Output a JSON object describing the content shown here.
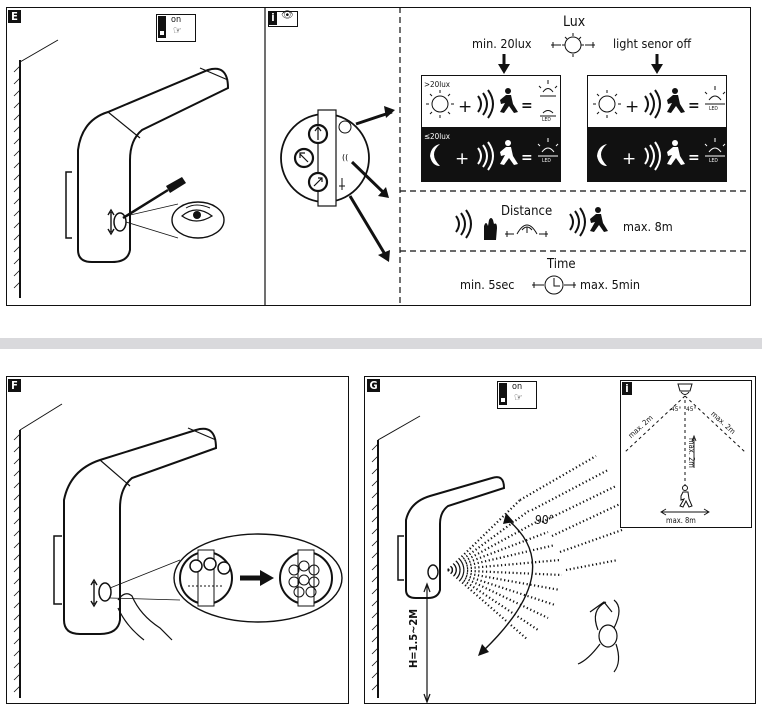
{
  "panel_e": {
    "label": "E",
    "on_badge": "on"
  },
  "panel_i": {
    "info_icon": "i",
    "lux": {
      "title": "Lux",
      "min_label": "min. 20lux",
      "off_label": "light senor off",
      "day_threshold": ">20lux",
      "night_threshold": "≤20lux",
      "led_label": "LED",
      "plus": "+",
      "equals": "="
    },
    "distance": {
      "title": "Distance",
      "max_label": "max. 8m"
    },
    "time": {
      "title": "Time",
      "min_label": "min. 5sec",
      "max_label": "max. 5min"
    }
  },
  "panel_f": {
    "label": "F"
  },
  "panel_g": {
    "label": "G",
    "on_badge": "on",
    "angle_label": "90°",
    "height_label": "H=1.5~2M",
    "inset": {
      "info_icon": "i",
      "left_label": "max. 2m",
      "right_label": "max. 2m",
      "vertical_label": "max. 2m",
      "bottom_label": "max. 8m",
      "angle_left": "45°",
      "angle_right": "45°"
    }
  },
  "colors": {
    "line": "#111111",
    "band": "#d9d9dc",
    "night_bg": "#111111"
  }
}
